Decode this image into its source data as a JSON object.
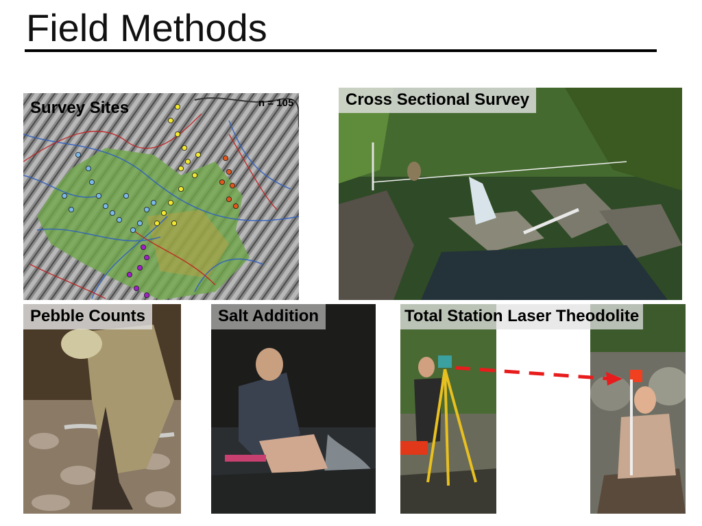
{
  "slide": {
    "title": "Field Methods"
  },
  "panels": {
    "survey_sites": {
      "caption": "Survey Sites",
      "count_label": "n = 105"
    },
    "cross_section": {
      "caption": "Cross Sectional Survey"
    },
    "pebble_counts": {
      "caption": "Pebble Counts"
    },
    "salt_addition": {
      "caption": "Salt Addition"
    },
    "total_station": {
      "caption": "Total Station Laser Theodolite"
    }
  },
  "colors": {
    "rule": "#000000",
    "site_blue": "#7ab8e8",
    "site_yellow": "#f2e830",
    "site_orange": "#e0561c",
    "site_purple": "#a020c8",
    "laser_red": "#e81c1c"
  }
}
